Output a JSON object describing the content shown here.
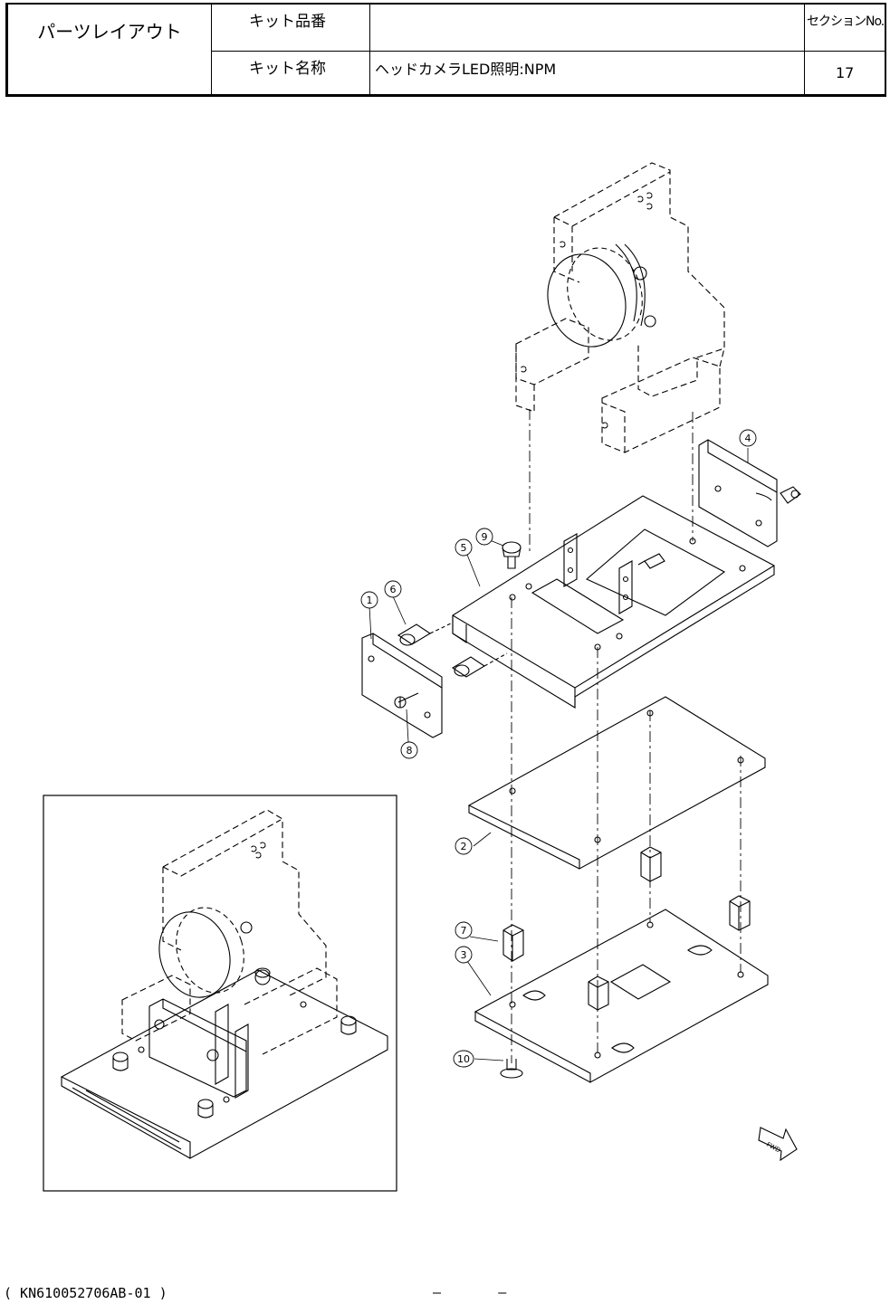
{
  "header": {
    "title": "パーツレイアウト",
    "kit_number_label": "キット品番",
    "kit_number_value": "",
    "kit_name_label": "キット名称",
    "kit_name_value": "ヘッドカメラLED照明:NPM",
    "section_label": "セクションNo.",
    "section_value": "17"
  },
  "callouts": [
    "1",
    "2",
    "3",
    "4",
    "5",
    "6",
    "7",
    "8",
    "9",
    "10"
  ],
  "direction_label": "FWD",
  "footer": {
    "code": "( KN610052706AB-01 )",
    "dashes": "–       –"
  }
}
